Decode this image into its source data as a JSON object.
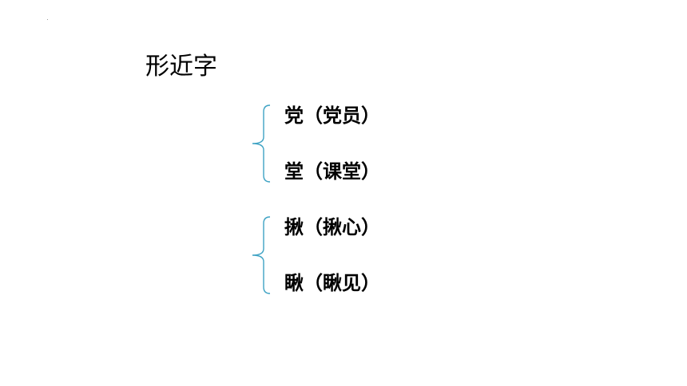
{
  "slide": {
    "title": "形近字",
    "groups": [
      {
        "entries": [
          {
            "text": "党（党员）"
          },
          {
            "text": "堂（课堂）"
          }
        ]
      },
      {
        "entries": [
          {
            "text": "揪（揪心）"
          },
          {
            "text": "瞅（瞅见）"
          }
        ]
      }
    ],
    "colors": {
      "brace": "#3fa3c4",
      "text": "#000000",
      "background": "#ffffff"
    }
  }
}
